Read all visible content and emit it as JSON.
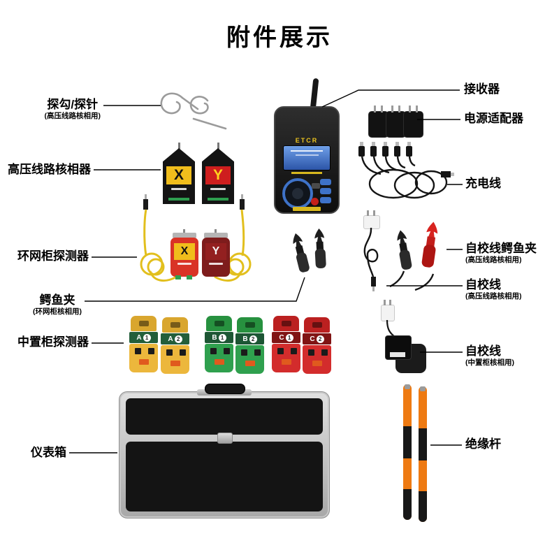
{
  "title": "附件展示",
  "annotations": {
    "probe": {
      "label": "探勾/探针",
      "sub": "(高压线路核相用)"
    },
    "hv_phase_detector": {
      "label": "高压线路核相器"
    },
    "ring_cabinet_detector": {
      "label": "环网柜探测器"
    },
    "alligator_clip": {
      "label": "鳄鱼夹",
      "sub": "(环网柜核相用)"
    },
    "mid_cabinet_detector": {
      "label": "中置柜探测器"
    },
    "instrument_case": {
      "label": "仪表箱"
    },
    "receiver": {
      "label": "接收器"
    },
    "power_adapter": {
      "label": "电源适配器"
    },
    "charging_cable": {
      "label": "充电线"
    },
    "selfcal_alligator": {
      "label": "自校线鳄鱼夹",
      "sub": "(高压线路核相用)"
    },
    "selfcal_hv": {
      "label": "自校线",
      "sub": "(高压线路核相用)"
    },
    "selfcal_mid": {
      "label": "自校线",
      "sub": "(中置柜核相用)"
    },
    "insulation_rod": {
      "label": "绝缘杆"
    }
  },
  "devices": {
    "receiver_brand": "ETCR",
    "hv_detector_x": "X",
    "hv_detector_y": "Y",
    "ring_detector_x": "X",
    "ring_detector_y": "Y",
    "clamps": [
      {
        "phase": "A",
        "num": "1"
      },
      {
        "phase": "A",
        "num": "2"
      },
      {
        "phase": "B",
        "num": "1"
      },
      {
        "phase": "B",
        "num": "2"
      },
      {
        "phase": "C",
        "num": "1"
      },
      {
        "phase": "C",
        "num": "2"
      }
    ]
  },
  "colors": {
    "phase_a": "#ecb73c",
    "phase_b": "#2fa04e",
    "phase_c": "#d32c2c",
    "cable_yellow": "#e2bf1d",
    "rod_orange": "#ee7a12",
    "screen_blue": "#3e72c8"
  }
}
